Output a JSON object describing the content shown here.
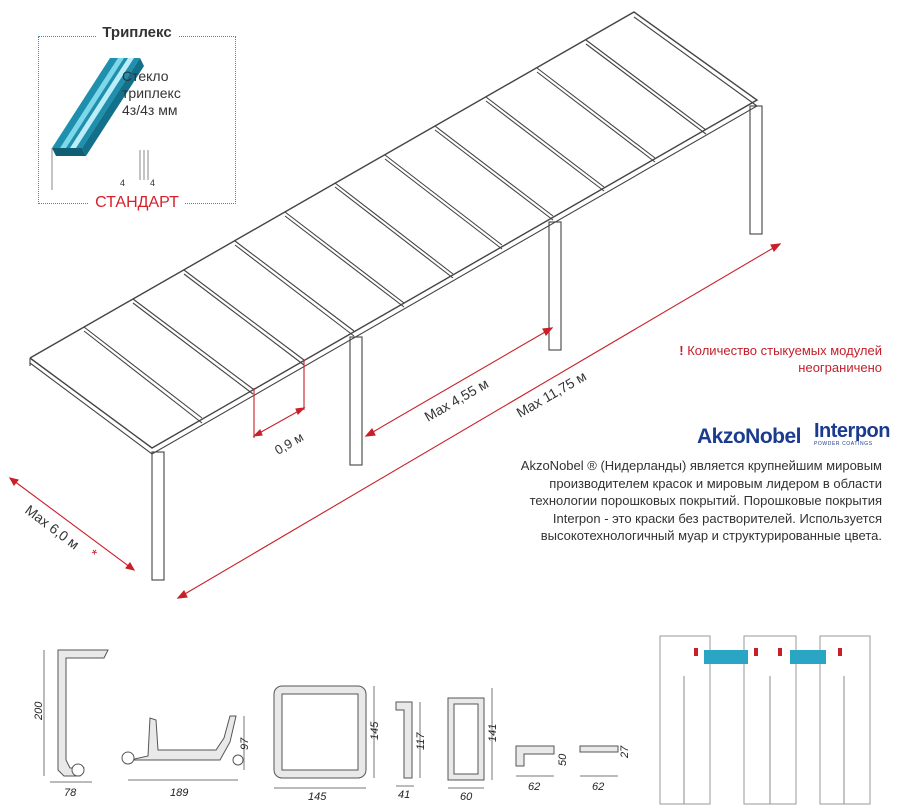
{
  "inset": {
    "title": "Триплекс",
    "glass_lines": [
      "Стекло",
      "триплекс",
      "4з/4з мм"
    ],
    "dim_left": "4",
    "dim_right": "4",
    "standard": "СТАНДАРТ"
  },
  "dimensions": {
    "width": "Max 6,0 м",
    "width_mark": "*",
    "length_total": "Max 11,75 м",
    "span": "Max 4,55 м",
    "rafter_step": "0,9 м"
  },
  "note": {
    "mark": "!",
    "line1": "Количество стыкуемых модулей",
    "line2": "неограничено"
  },
  "brand": {
    "akzo": "AkzoNobel",
    "interpon": "Interpon",
    "interpon_sub": "POWDER COATINGS",
    "description": [
      "AkzoNobel ® (Нидерланды) является крупнейшим мировым",
      "производителем красок и мировым лидером в области",
      "технологии порошковых покрытий. Порошковые покрытия",
      "Interpon - это краски без растворителей. Используется",
      "высокотехнологичный муар и структурированные цвета."
    ]
  },
  "profiles": [
    {
      "w": "78",
      "h": "200"
    },
    {
      "w": "189",
      "h": "97"
    },
    {
      "w": "145",
      "h": "145"
    },
    {
      "w": "41",
      "h": "117"
    },
    {
      "w": "60",
      "h": "141"
    },
    {
      "w": "62",
      "h": "50"
    },
    {
      "w": "62",
      "h": "27"
    }
  ],
  "colors": {
    "accent_red": "#c8202a",
    "brand_blue": "#1b3b8f",
    "glass": "#2aa6c4"
  }
}
